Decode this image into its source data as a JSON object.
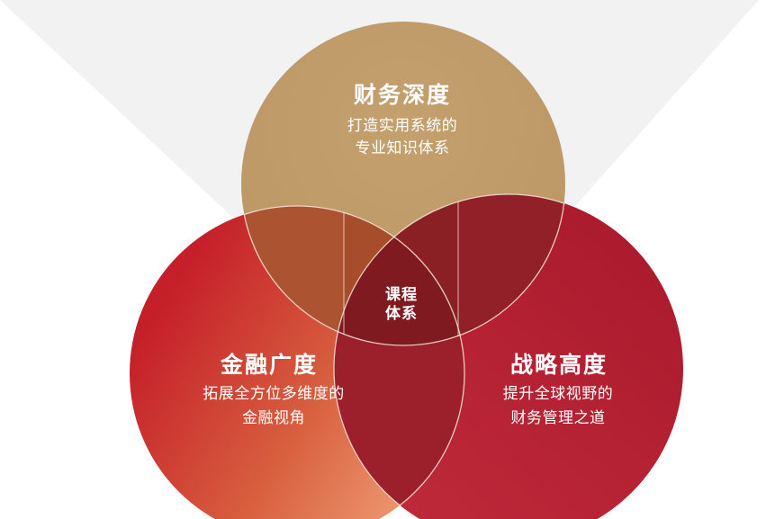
{
  "venn": {
    "center_label": {
      "line1": "课程",
      "line2": "体系"
    },
    "top": {
      "title": "财务深度",
      "subtitle_lines": [
        "打造实用系统的",
        "专业知识体系"
      ],
      "fill": "#BF9B6A"
    },
    "left": {
      "title": "金融广度",
      "subtitle_lines": [
        "拓展全方位多维度的",
        "金融视角"
      ],
      "gradient": [
        "#C51F29",
        "#D8603F",
        "#F0A078"
      ]
    },
    "right": {
      "title": "战略高度",
      "subtitle_lines": [
        "提升全球视野的",
        "财务管理之道"
      ],
      "gradient": [
        "#AB1B2E",
        "#BE2939"
      ]
    },
    "overlap_colors": {
      "top_left": "#A74D2B",
      "top_left_inner": "#AC5431",
      "top_right": "#922028",
      "top_right_inner": "#8A2023",
      "left_right": "#9B202B",
      "triple_center": "#7F1B20"
    },
    "outline_color": "#F8E8DA",
    "background": {
      "base": "#FFFFFF",
      "diagonal_panel": "#F2F2F3"
    }
  }
}
